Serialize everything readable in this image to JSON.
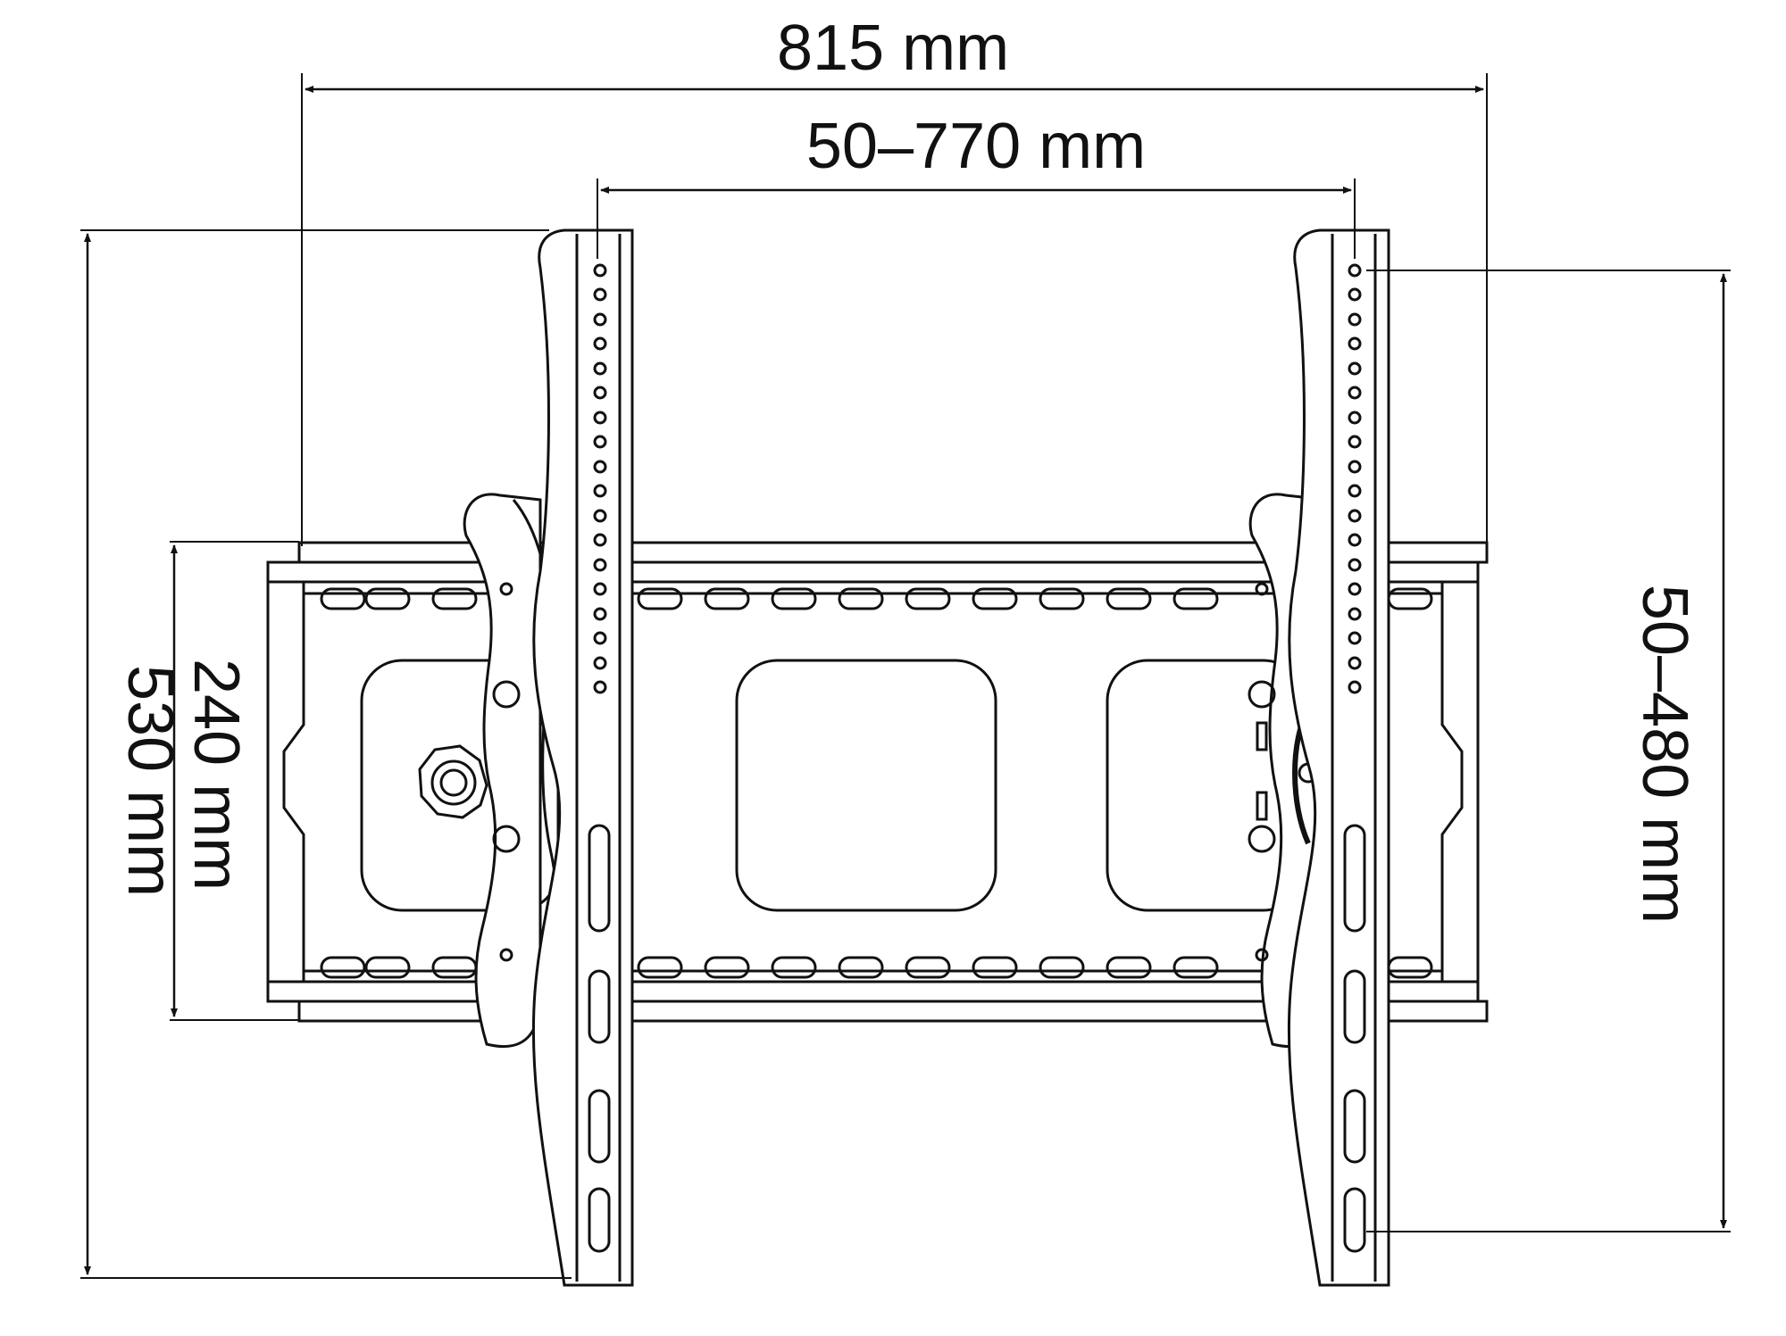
{
  "dimensions": {
    "overall_width": "815 mm",
    "vesa_horizontal": "50–770 mm",
    "overall_height": "530 mm",
    "wall_plate_height": "240 mm",
    "vesa_vertical": "50–480 mm"
  },
  "colors": {
    "line": "#111111",
    "background": "#ffffff"
  }
}
